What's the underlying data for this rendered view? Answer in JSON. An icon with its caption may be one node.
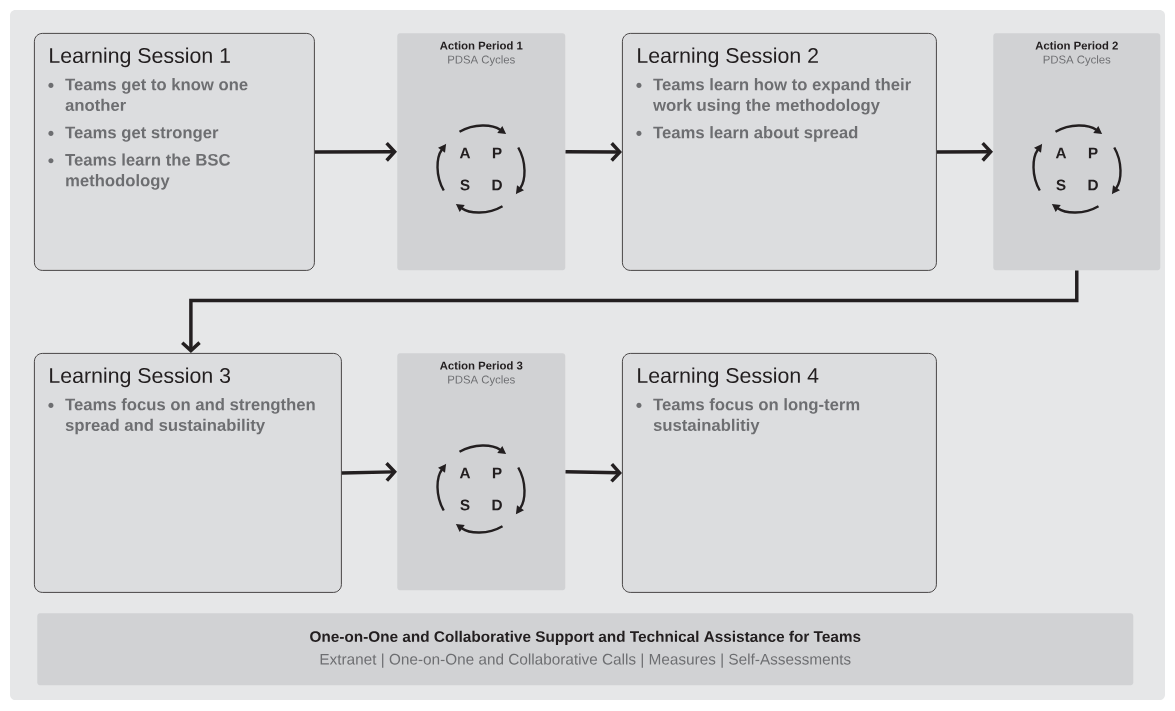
{
  "diagram": {
    "nodes": [
      {
        "text": [
          "Learning Session 1",
          "Teams get to know one another",
          "Teams get stronger",
          "Teams learn the BSC methodology"
        ]
      },
      {
        "text": [
          "Action Period 1",
          "PDSA Cycles",
          "A",
          "P",
          "S",
          "D"
        ]
      },
      {
        "text": [
          "Learning Session 2",
          "Teams learn how to expand their work using the methodology",
          "Teams learn about spread"
        ]
      },
      {
        "text": [
          "Action Period 2",
          "PDSA Cycles",
          "A",
          "P",
          "S",
          "D"
        ]
      },
      {
        "text": [
          "Learning Session 3",
          "Teams focus on and strengthen spread and sustainability"
        ]
      },
      {
        "text": [
          "Action Period 3",
          "PDSA Cycles",
          "A",
          "P",
          "S",
          "D"
        ]
      },
      {
        "text": [
          "Learning Session 4",
          "Teams focus on long-term sustainablitiy"
        ]
      },
      {
        "text": [
          "One-on-One and Collaborative Support and Technical Assistance for Teams",
          "Extranet | One-on-One and Collaborative Calls | Measures | Self-Assessments"
        ]
      }
    ],
    "edges": [
      {
        "from": 0,
        "to": 1,
        "arrow": "to"
      },
      {
        "from": 1,
        "to": 2,
        "arrow": "to"
      },
      {
        "from": 2,
        "to": 3,
        "arrow": "to"
      },
      {
        "from": 3,
        "to": 4,
        "arrow": "to"
      },
      {
        "from": 4,
        "to": 5,
        "arrow": "to"
      },
      {
        "from": 5,
        "to": 6,
        "arrow": "to"
      }
    ]
  }
}
